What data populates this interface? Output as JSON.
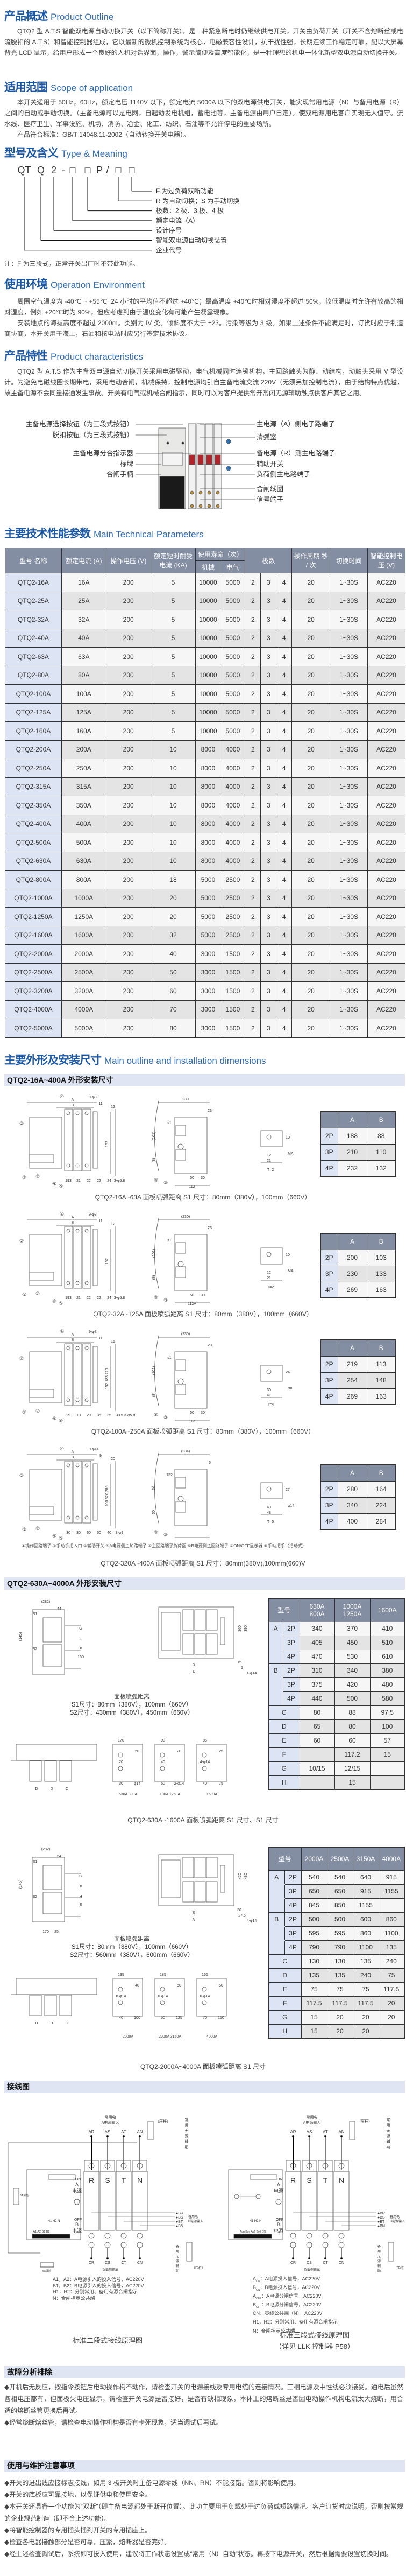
{
  "outline": {
    "title_cn": "产品概述",
    "title_en": "Product Outline",
    "text": "QTQ2 型 A.T.S 智能双电源自动切换开关（以下简称开关），是一种紧急断电时仍继续供电开关，开关由负荷开关（开关不含熔断丝或电流脱扣的 A.T.S）和智能控制器组成，它以最新的微机控制系统为核心，电磁兼容性设计，抗干扰性强，长期连续工作稳定可靠，配以大屏幕背光 LCD 显示，给用户形成一个良好的人机对话界面，操作，警示简便及高度智能化，是一种理想的机电一体化新型双电源自动切换开关。"
  },
  "scope": {
    "title_cn": "适用范围",
    "title_en": "Scope of application",
    "text": "本开关适用于 50Hz，60Hz，额定电压 1140V 以下，额定电流 5000A 以下的双电源供电开关，能实现常用电源（N）与备用电源（R）之间的自动或手动切换。（主备电源可以是电网，自起动发电机组，蓄电池等，主备电源由用户自定）。使双电源用电客户实现无人值守。流水线、医疗卫生、军事设施、机场、消防、冶金、化工、纺织、石油等不允许停电的重要场所。",
    "standard": "产品符合标准：GB/T 14048.11-2002（自动转换开关电器）。"
  },
  "type": {
    "title_cn": "型号及含义",
    "title_en": "Type & Meaning",
    "code": [
      "QT",
      "Q",
      "2",
      "-",
      "□",
      "□",
      "P",
      "/",
      "□",
      "□"
    ],
    "meanings": [
      "F 为过负荷双断功能",
      "R 为自动切换；S 为手动切换",
      "极数：2 极、3 极、4 极",
      "额定电流（A）",
      "设计序号",
      "智能双电源自动切换装置",
      "企业代号"
    ],
    "note": "注：F 为三段式，正常开关出厂时不带此功能。"
  },
  "env": {
    "title_cn": "使用环境",
    "title_en": "Operation Environment",
    "p1": "周围空气温度为 -40℃ ~ +55℃ ,24 小时的平均值不超过 +40℃；最高温度 +40℃时相对湿度不超过 50%，较低温度时允许有较高的相对湿度，例如 +20℃时为 90%，但应考虑到由于温度变化有可能产生凝露现象。",
    "p2": "安装地点的海拔高度不超过 2000m。类别为 IV 类。倾斜度不大于 ±23。污染等级为 3 级。如果上述条件不能满足时，订货时应于制造商协商，本开关用于海上，石油和核电站时应另行签定技术协议。"
  },
  "features": {
    "title_cn": "产品特性",
    "title_en": "Product characteristics",
    "text": "QTQ2 型 A.T.S 作为主备双电源自动切换开关采用电磁驱动，电气机械同时连锁机构，主回路触头为静、动结构，动触头采用 V 型设计。为避免电磁线圈长期带电，采用电动合闸，机械保持，控制电源均引自主备电流交流 220V（无须另加控制电流），由于结构特点优越，故主备电源不会同量接通发生事故。开关有电气或机械合闸指示，同时可以为客户提供常开常闭无源辅助触点供客户其它之用。",
    "labels_left": [
      "主备电源选择按钮（为三段式按钮）",
      "脱扣按钮（为三段式按钮）",
      "主备电源分合指示器",
      "标牌",
      "合闸手柄"
    ],
    "labels_right": [
      "主电源（A）侧电子路端子",
      "清弧室",
      "备电源（R）测主电路端子",
      "辅助开关",
      "负荷侧主电路端子",
      "合闸线圈",
      "信号端子"
    ],
    "device_marks": [
      "N",
      "N"
    ]
  },
  "params": {
    "title_cn": "主要技术性能参数",
    "title_en": "Main Technical Parameters",
    "headers": {
      "model": "型号 名称",
      "current": "额定电流 (A)",
      "voltage": "操作电压 (V)",
      "short": "额定短时耐受电流 (KA)",
      "life": "使用寿命（次）",
      "mech": "机械",
      "elec": "电气",
      "poles": "极数",
      "cycle": "操作周期 秒 / 次",
      "switch": "切换时间",
      "ctrl": "智能控制电压 (V)"
    },
    "rows": [
      [
        "QTQ2-16A",
        "16A",
        "200",
        "5",
        "10000",
        "5000",
        "2",
        "3",
        "4",
        "20",
        "1~30S",
        "AC220"
      ],
      [
        "QTQ2-25A",
        "25A",
        "200",
        "5",
        "10000",
        "5000",
        "2",
        "3",
        "4",
        "20",
        "1~30S",
        "AC220"
      ],
      [
        "QTQ2-32A",
        "32A",
        "200",
        "5",
        "10000",
        "5000",
        "2",
        "3",
        "4",
        "20",
        "1~30S",
        "AC220"
      ],
      [
        "QTQ2-40A",
        "40A",
        "200",
        "5",
        "10000",
        "5000",
        "2",
        "3",
        "4",
        "20",
        "1~30S",
        "AC220"
      ],
      [
        "QTQ2-63A",
        "63A",
        "200",
        "5",
        "10000",
        "5000",
        "2",
        "3",
        "4",
        "20",
        "1~30S",
        "AC220"
      ],
      [
        "QTQ2-80A",
        "80A",
        "200",
        "5",
        "10000",
        "5000",
        "2",
        "3",
        "4",
        "20",
        "1~30S",
        "AC220"
      ],
      [
        "QTQ2-100A",
        "100A",
        "200",
        "5",
        "10000",
        "5000",
        "2",
        "3",
        "4",
        "20",
        "1~30S",
        "AC220"
      ],
      [
        "QTQ2-125A",
        "125A",
        "200",
        "5",
        "10000",
        "5000",
        "2",
        "3",
        "4",
        "20",
        "1~30S",
        "AC220"
      ],
      [
        "QTQ2-160A",
        "160A",
        "200",
        "5",
        "10000",
        "5000",
        "2",
        "3",
        "4",
        "20",
        "1~30S",
        "AC220"
      ],
      [
        "QTQ2-200A",
        "200A",
        "200",
        "10",
        "8000",
        "4000",
        "2",
        "3",
        "4",
        "20",
        "1~30S",
        "AC220"
      ],
      [
        "QTQ2-250A",
        "250A",
        "200",
        "10",
        "8000",
        "4000",
        "2",
        "3",
        "4",
        "20",
        "1~30S",
        "AC220"
      ],
      [
        "QTQ2-315A",
        "315A",
        "200",
        "10",
        "8000",
        "4000",
        "2",
        "3",
        "4",
        "20",
        "1~30S",
        "AC220"
      ],
      [
        "QTQ2-350A",
        "350A",
        "200",
        "10",
        "8000",
        "4000",
        "2",
        "3",
        "4",
        "20",
        "1~30S",
        "AC220"
      ],
      [
        "QTQ2-400A",
        "400A",
        "200",
        "10",
        "8000",
        "4000",
        "2",
        "3",
        "4",
        "20",
        "1~30S",
        "AC220"
      ],
      [
        "QTQ2-500A",
        "500A",
        "200",
        "10",
        "8000",
        "4000",
        "2",
        "3",
        "4",
        "20",
        "1~30S",
        "AC220"
      ],
      [
        "QTQ2-630A",
        "630A",
        "200",
        "10",
        "8000",
        "4000",
        "2",
        "3",
        "4",
        "20",
        "1~30S",
        "AC220"
      ],
      [
        "QTQ2-800A",
        "800A",
        "200",
        "18",
        "5000",
        "2500",
        "2",
        "3",
        "4",
        "20",
        "1~30S",
        "AC220"
      ],
      [
        "QTQ2-1000A",
        "1000A",
        "200",
        "20",
        "5000",
        "2500",
        "2",
        "3",
        "4",
        "20",
        "1~30S",
        "AC220"
      ],
      [
        "QTQ2-1250A",
        "1250A",
        "200",
        "20",
        "5000",
        "2500",
        "2",
        "3",
        "4",
        "20",
        "1~30S",
        "AC220"
      ],
      [
        "QTQ2-1600A",
        "1600A",
        "200",
        "32",
        "5000",
        "2500",
        "2",
        "3",
        "4",
        "20",
        "1~30S",
        "AC220"
      ],
      [
        "QTQ2-2000A",
        "2000A",
        "200",
        "40",
        "3000",
        "1500",
        "2",
        "3",
        "4",
        "20",
        "1~30S",
        "AC220"
      ],
      [
        "QTQ2-2500A",
        "2500A",
        "200",
        "50",
        "3000",
        "1500",
        "2",
        "3",
        "4",
        "20",
        "1~30S",
        "AC220"
      ],
      [
        "QTQ2-3200A",
        "3200A",
        "200",
        "60",
        "3000",
        "1500",
        "2",
        "3",
        "4",
        "20",
        "1~30S",
        "AC220"
      ],
      [
        "QTQ2-4000A",
        "4000A",
        "200",
        "70",
        "3000",
        "1500",
        "2",
        "3",
        "4",
        "20",
        "1~30S",
        "AC220"
      ],
      [
        "QTQ2-5000A",
        "5000A",
        "200",
        "80",
        "3000",
        "1500",
        "2",
        "3",
        "4",
        "20",
        "1~30S",
        "AC220"
      ]
    ]
  },
  "dims": {
    "title_cn": "主要外形及安装尺寸",
    "title_en": "Main outline and installation dimensions",
    "band1": "QTQ2-16A~400A 外形安装尺寸",
    "groups": [
      {
        "front": [
          "A",
          "B",
          "9-φ8",
          "11",
          "12",
          "152",
          "193",
          "21",
          "22",
          "22",
          "24",
          "3-φ5.8"
        ],
        "side": [
          "230",
          "23",
          "(101)",
          "(8)",
          "s1",
          "50",
          "30",
          "112"
        ],
        "term": [
          "10",
          "12",
          "21",
          "MA",
          "T=2"
        ],
        "table": [
          [
            "",
            "A",
            "B"
          ],
          [
            "2P",
            "188",
            "88"
          ],
          [
            "3P",
            "210",
            "110"
          ],
          [
            "4P",
            "232",
            "132"
          ]
        ],
        "caption": "QTQ2-16A~63A 面板喷弧距离 S1 尺寸：80mm（380V），100mm（660V）"
      },
      {
        "front": [
          "A",
          "B",
          "9-φ8",
          "11",
          "12",
          "152",
          "193",
          "21",
          "22",
          "22",
          "24",
          "3-φ5.8"
        ],
        "side": [
          "(230)",
          "23",
          "(101)",
          "(8)",
          "s1",
          "50",
          "30",
          "112A"
        ],
        "term": [
          "10",
          "12",
          "21",
          "MA",
          "T=2"
        ],
        "table": [
          [
            "",
            "A",
            "B"
          ],
          [
            "2P",
            "200",
            "103"
          ],
          [
            "3P",
            "230",
            "133"
          ],
          [
            "4P",
            "269",
            "163"
          ]
        ],
        "caption": "QTQ2-32A~125A 面板喷弧距离 S1 尺寸：80mm（380V），100mm（660V）"
      },
      {
        "front": [
          "A",
          "B",
          "9-φ8",
          "11",
          "15",
          "152 183 220",
          "29",
          "10",
          "20",
          "35",
          "35",
          "30.5",
          "3-φ5.8"
        ],
        "side": [
          "(230)",
          "23",
          "(101)",
          "(8)",
          "s1",
          "50",
          "30",
          "112"
        ],
        "term": [
          "24",
          "30",
          "41",
          "φ8",
          "T=4"
        ],
        "table": [
          [
            "",
            "A",
            "B"
          ],
          [
            "2P",
            "219",
            "113"
          ],
          [
            "3P",
            "254",
            "148"
          ],
          [
            "4P",
            "269",
            "163"
          ]
        ],
        "caption": "QTQ2-100A~250A 面板喷弧距离 S1 尺寸：80mm（380V），100mm（660V）"
      },
      {
        "front": [
          "A",
          "B",
          "9-φ14",
          "9",
          "20",
          "200 320 280",
          "30",
          "30",
          "60",
          "60",
          "40",
          "3-φ9"
        ],
        "side": [
          "(234)",
          "5",
          "36",
          "50",
          "132"
        ],
        "term": [
          "27",
          "40",
          "48",
          "φ14",
          "T=5"
        ],
        "table": [
          [
            "",
            "A",
            "B"
          ],
          [
            "2P",
            "280",
            "164"
          ],
          [
            "3P",
            "340",
            "224"
          ],
          [
            "4P",
            "400",
            "284"
          ]
        ],
        "caption": "QTQ2-320A~400A 面板喷弧距离 S1 尺寸：80mm(380V),100mm(660)V"
      }
    ],
    "legend": "①操作回路端子 ②手动手把入口 ③辅助开关 ④A电源侧主加路端子 ⑤主回路端子负荷面 ⑥B电源侧主回路端子 ⑦ON/OFF显示器 ⑧手动把手（活动式）",
    "band2": "QTQ2-630A~4000A 外形安装尺寸",
    "big1": {
      "side": [
        "(282)",
        "44",
        "S1",
        "(145)",
        "S2",
        "G",
        "F",
        "E",
        "160"
      ],
      "front": [
        "B",
        "A",
        "360",
        "390",
        "15",
        "5",
        "4-φ14"
      ],
      "notes": [
        "面板喷弧距离",
        "S1尺寸：80mm（380V），100mm（660V）",
        "S2尺寸：430mm（380V），450mm（660V）"
      ],
      "bus_labels": [
        "D",
        "D",
        "C"
      ],
      "term_labels": [
        [
          "30",
          "φ14",
          "20",
          "50",
          "170"
        ],
        [
          "50",
          "2-φ14",
          "40",
          "20",
          "90"
        ],
        [
          "40",
          "75",
          "4-φ14",
          "25",
          "95"
        ]
      ],
      "term_names": [
        "630A 800A",
        "100A 1250A",
        "1600A"
      ],
      "table": {
        "head": [
          "型号",
          "630A 800A",
          "1000A 1250A",
          "1600A"
        ],
        "rows": [
          [
            "A",
            "2P",
            "340",
            "370",
            "410"
          ],
          [
            "",
            "3P",
            "405",
            "450",
            "510"
          ],
          [
            "",
            "4P",
            "470",
            "530",
            "610"
          ],
          [
            "B",
            "2P",
            "310",
            "340",
            "380"
          ],
          [
            "",
            "3P",
            "375",
            "420",
            "480"
          ],
          [
            "",
            "4P",
            "440",
            "500",
            "580"
          ],
          [
            "C",
            "",
            "80",
            "88",
            "97.5"
          ],
          [
            "D",
            "",
            "65",
            "80",
            "100"
          ],
          [
            "E",
            "",
            "60",
            "60",
            "57"
          ],
          [
            "F",
            "",
            "",
            "117.2",
            "15"
          ],
          [
            "G",
            "",
            "10/15",
            "12/15",
            ""
          ],
          [
            "H",
            "",
            "",
            "15",
            ""
          ]
        ]
      },
      "caption": "QTQ2-630A~1600A 面板喷弧距离 S1 尺寸、S1 尺寸"
    },
    "big2": {
      "side": [
        "(282)",
        "54",
        "S1",
        "(145)",
        "S2",
        "G",
        "F",
        "H",
        "E",
        "170",
        "25"
      ],
      "front": [
        "B",
        "A",
        "420",
        "480",
        "30",
        "27.5",
        "4-φ14"
      ],
      "notes": [
        "面板喷弧距离",
        "S1尺寸：80mm（380V），100mm（660V）",
        "S2尺寸：560mm（380V），600mm（660V）"
      ],
      "bus_labels": [
        "D",
        "D",
        "C"
      ],
      "term_labels": [
        [
          "40",
          "100",
          "8-φ14",
          "40",
          "135"
        ],
        [
          "50",
          "125",
          "6-φ14",
          "50",
          "185"
        ],
        [
          "70",
          "150",
          "6-φ14",
          "50",
          "165"
        ]
      ],
      "term_names": [
        "2000A",
        "2000A 3150A",
        "4000A"
      ],
      "table": {
        "head": [
          "型号",
          "2000A",
          "2500A",
          "3150A",
          "4000A"
        ],
        "rows": [
          [
            "A",
            "2P",
            "540",
            "540",
            "640",
            "915"
          ],
          [
            "",
            "3P",
            "650",
            "650",
            "915",
            "1155"
          ],
          [
            "",
            "4P",
            "845",
            "850",
            "1155",
            ""
          ],
          [
            "B",
            "2P",
            "500",
            "500",
            "600",
            "860"
          ],
          [
            "",
            "3P",
            "595",
            "595",
            "860",
            "1100"
          ],
          [
            "",
            "4P",
            "790",
            "790",
            "1100",
            "135"
          ],
          [
            "C",
            "",
            "130",
            "130",
            "135",
            "240"
          ],
          [
            "D",
            "",
            "135",
            "135",
            "240",
            "75"
          ],
          [
            "E",
            "",
            "75",
            "75",
            "75",
            "117.5"
          ],
          [
            "F",
            "",
            "117.5",
            "117.5",
            "117.5",
            "20"
          ],
          [
            "G",
            "",
            "15",
            "20",
            "20",
            "20"
          ],
          [
            "H",
            "",
            "15",
            "20",
            "20",
            ""
          ]
        ]
      },
      "caption": "QTQ2-2000A~4000A  面板喷弧距离 S1 尺寸"
    }
  },
  "wiring": {
    "band": "接线图",
    "labels": {
      "a_in": "常用电",
      "a_in2": "A电源输入",
      "b_in": "备用电",
      "b_in2": "B电源输入",
      "load": "负载侧输出",
      "press": "（压杆）",
      "aux_a": "常用无源辅助",
      "aux_b": "备用无源辅助",
      "on": "ON",
      "off": "OFF",
      "a_src": "A电源",
      "b_src": "B电源",
      "fuse": "6A保险",
      "top": [
        "AR",
        "AS",
        "AT",
        "AN"
      ],
      "poles": [
        "R",
        "S",
        "T",
        "N"
      ],
      "b": [
        "BR",
        "BS",
        "BT",
        "BN"
      ],
      "c": [
        "CR",
        "CS",
        "CT",
        "CN"
      ],
      "ind": [
        "H1",
        "H2",
        "N"
      ],
      "term2": [
        "A1",
        "A2",
        "B1",
        "B2"
      ],
      "term3": [
        "Aon",
        "Bon",
        "Aoff",
        "Boff",
        "CN"
      ]
    },
    "legend2": [
      "A1，A2：A电源引入的投入信号，AC220V",
      "B1，B2：B电源引入的投入信号，AC220V",
      "H1，H2：分别常用、备用有源合闸指示",
      "N：合闸指示公共端"
    ],
    "legend3": [
      {
        "s": "A",
        "sub": "ON",
        "t": "：A电源投入信号，AC220V"
      },
      {
        "s": "B",
        "sub": "ON",
        "t": "：B电源投入信号，AC220V"
      },
      {
        "s": "A",
        "sub": "OFF",
        "t": "：A电源分闸信号，AC220V"
      },
      {
        "s": "B",
        "sub": "OFF",
        "t": "：B电源分闸信号，AC220V"
      },
      {
        "s": "CN",
        "sub": "",
        "t": "：零线公共端（N），AC220V"
      },
      {
        "s": "H1，H2",
        "sub": "",
        "t": "：分别常用、备用有源合闸指示"
      },
      {
        "s": "N",
        "sub": "",
        "t": "：合闸指示公共端"
      }
    ],
    "caption2": "标准二段式接线原理图",
    "caption3": "标准三段式接线原理图",
    "caption3b": "（详见 LLK 控制器 P58）"
  },
  "faults": {
    "band": "故障分析排除",
    "items": [
      "◆开机后无反应，按指令按钮后电动操作构不动作，请检查开关的电源接线及专用电缆的连接情况。三相电源及中性线必须接妥。通电后虽然各相电压都有，但面板欠电压显示，请检查开关电源是否接好，是否有缺相现象，本体上的熔断丝是否因电动操作机构电流太大烧断，用合适的熔断丝管更换后再试。",
      "◆经常烧断熔丝管，请检查电动操作机构是否有卡死现象，适当调试后再试。"
    ]
  },
  "maint": {
    "band": "使用与维护注意事项",
    "items": [
      "◆开关的进出线应接标志接线，如用 3 极开关时主备电源零线（NN、RN）不能接错。否则将影响使用。",
      "◆开关的底板应可靠接地，以保证供电和使用安全。",
      "◆本开关还具备一个功能为“双断”（即主备电源都处于断开位置）。此功主要用于负载处于过负荷或短路情况。客户订货时应说明，否则按常规 的企业规范制造（即不含上述功能）。",
      "◆将智能控制器的专用插头插到开关的专用插座上。",
      "◆检查各电器接触部分是否可靠，压紧，熔断器是否完好。",
      "◆经上述检查调试后，系统即可投入使用，建议将工作状态设置成“常用（N）自动”状态。再按下电源开关，然后根据需要设置切换时间。"
    ]
  }
}
